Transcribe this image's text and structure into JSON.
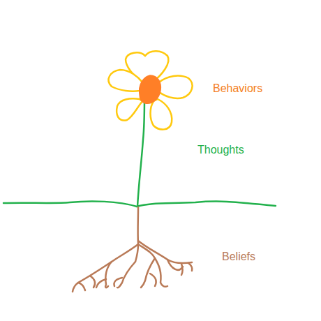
{
  "diagram": {
    "labels": [
      "Behaviors",
      "Thoughts",
      "Beliefs"
    ]
  }
}
